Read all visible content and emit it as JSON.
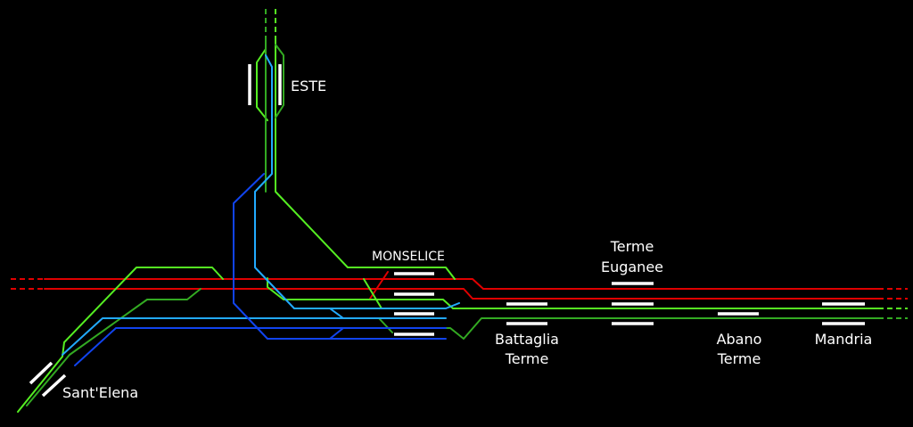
{
  "colors": {
    "background": "#000000",
    "red": "#e00000",
    "green_light": "#55ee22",
    "green_dark": "#33aa22",
    "blue_light": "#22aaff",
    "blue_dark": "#1144ee",
    "platform": "#ffffff"
  },
  "stations": {
    "este": "ESTE",
    "monselice": "MONSELICE",
    "terme_euganee_line1": "Terme",
    "terme_euganee_line2": "Euganee",
    "battaglia_line1": "Battaglia",
    "battaglia_line2": "Terme",
    "abano_line1": "Abano",
    "abano_line2": "Terme",
    "mandria": "Mandria",
    "santelena": "Sant'Elena"
  }
}
